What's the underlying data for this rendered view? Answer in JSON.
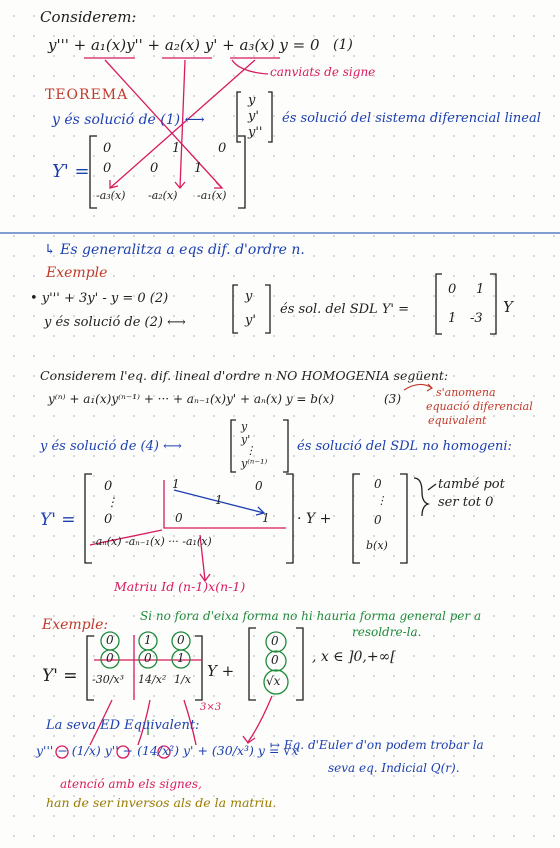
{
  "colors": {
    "ink": "#1f1f1f",
    "blue": "#1c3fb0",
    "pink": "#d81b60",
    "orange": "#c0392b",
    "green": "#1f8a3b",
    "gold": "#9a7a00",
    "rule": "#3a64b8"
  },
  "s1": {
    "title": "Considerem:",
    "eq1": "y''' + a₁(x)y'' + a₂(x) y' + a₃(x) y = 0",
    "eq1_num": "(1)",
    "note_signs": "canviats de signe",
    "teorema": "TEOREMA",
    "theorem_left": "y és solució de (1) ⟷",
    "vec": [
      "y",
      "y'",
      "y''"
    ],
    "theorem_right": "és solució del sistema diferencial lineal",
    "yprime": "Y' =",
    "matrix": [
      [
        "0",
        "1",
        "0"
      ],
      [
        "0",
        "0",
        "1"
      ],
      [
        "-a₃(x)",
        "-a₂(x)",
        "-a₁(x)"
      ]
    ]
  },
  "s2": {
    "general": "↳ Es generalitza a eqs dif. d'ordre n.",
    "exemple": "Exemple",
    "eq2": "• y''' + 3y' - y = 0 (2)",
    "eq2b": "y és solució de (2) ⟷",
    "vec": [
      "y",
      "y'"
    ],
    "text": "és sol. del SDL  Y' =",
    "matrix": [
      [
        "0",
        "1"
      ],
      [
        "1",
        "-3"
      ]
    ],
    "y_after": "Y"
  },
  "s3": {
    "intro": "Considerem l'eq. dif. lineal d'ordre n NO HOMOGENIA següent:",
    "eq3": "y⁽ⁿ⁾ + a₁(x)y⁽ⁿ⁻¹⁾ + ··· + aₙ₋₁(x)y' + aₙ(x) y = b(x)",
    "eq3_num": "(3)",
    "note": [
      "s'anomena",
      "equació diferencial",
      "equivalent"
    ],
    "sol_left": "y és solució de (4) ⟷",
    "vec": [
      "y",
      "y'",
      "⋮",
      "y⁽ⁿ⁻¹⁾"
    ],
    "sol_right": "és solució del SDL no homogeni:",
    "yprime": "Y' =",
    "matrix_col1": [
      "0",
      "⋮",
      "0"
    ],
    "matrix_ones": [
      "1",
      "1",
      "1"
    ],
    "matrix_zero": "0",
    "bottom_row": "-aₙ(x)  -aₙ₋₁(x)  ···  -a₁(x)",
    "dot_y": "· Y  +",
    "bvec": [
      "0",
      "⋮",
      "0",
      "b(x)"
    ],
    "also": [
      "també pot",
      "ser tot 0"
    ],
    "identity_label": "Matriu Id (n-1)x(n-1)"
  },
  "s4": {
    "exemple": "Exemple:",
    "green_note": [
      "Si no fora d'eixa forma no hi hauria forma general per a",
      "resoldre-la."
    ],
    "yprime": "Y' =",
    "matrix": [
      [
        "0",
        "1",
        "0"
      ],
      [
        "0",
        "0",
        "1"
      ],
      [
        "-30/x³",
        "14/x²",
        "1/x"
      ]
    ],
    "y_plus": "Y +",
    "bvec": [
      "0",
      "0",
      "√x"
    ],
    "domain": ",  x ∈ ]0,+∞[",
    "dim": "3×3",
    "equiv_label": "La seva ED Equivalent:",
    "equiv_eq": "y''' − (1/x) y'' − (14/x²) y' + (30/x³) y = √x",
    "euler": [
      "↦ Eq. d'Euler d'on podem trobar la",
      "seva eq. Indicial Q(r)."
    ],
    "warn": [
      "atenció amb els signes,",
      "han de ser inversos als de la matriu."
    ]
  }
}
